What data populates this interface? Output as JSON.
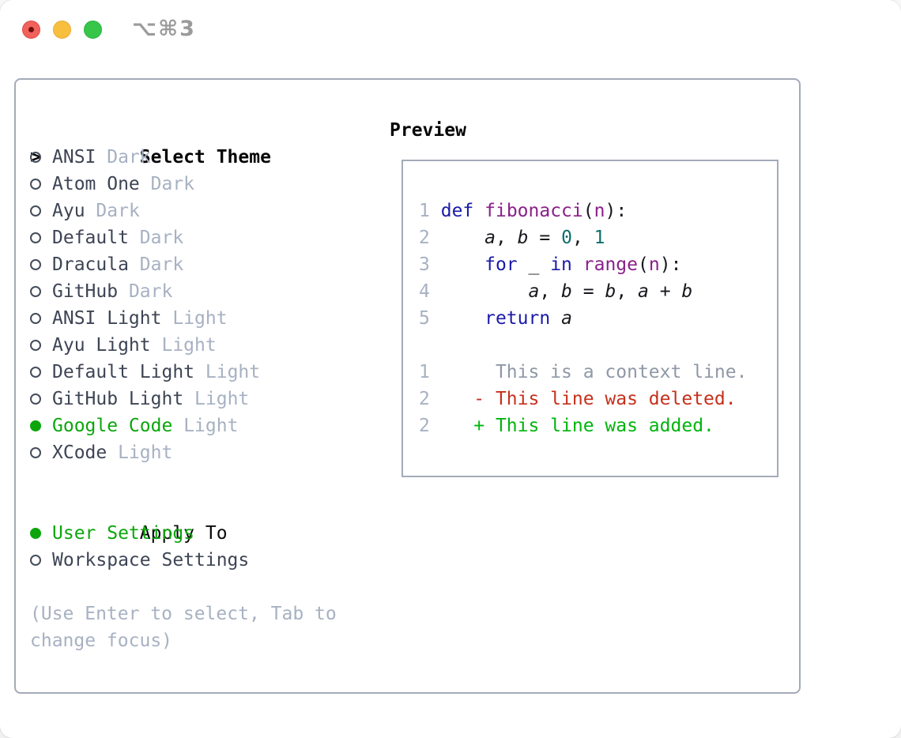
{
  "window": {
    "title": "⌥⌘3"
  },
  "titlebar": {
    "buttons": [
      "close",
      "minimize",
      "zoom"
    ]
  },
  "panel": {
    "select_theme": {
      "header_marker": ">",
      "header": "Select Theme",
      "items": [
        {
          "name": "ANSI",
          "variant": "Dark",
          "selected": false
        },
        {
          "name": "Atom One",
          "variant": "Dark",
          "selected": false
        },
        {
          "name": "Ayu",
          "variant": "Dark",
          "selected": false
        },
        {
          "name": "Default",
          "variant": "Dark",
          "selected": false
        },
        {
          "name": "Dracula",
          "variant": "Dark",
          "selected": false
        },
        {
          "name": "GitHub",
          "variant": "Dark",
          "selected": false
        },
        {
          "name": "ANSI Light",
          "variant": "Light",
          "selected": false
        },
        {
          "name": "Ayu Light",
          "variant": "Light",
          "selected": false
        },
        {
          "name": "Default Light",
          "variant": "Light",
          "selected": false
        },
        {
          "name": "GitHub Light",
          "variant": "Light",
          "selected": false
        },
        {
          "name": "Google Code",
          "variant": "Light",
          "selected": true
        },
        {
          "name": "XCode",
          "variant": "Light",
          "selected": false
        }
      ]
    },
    "apply_to": {
      "header": "Apply To",
      "items": [
        {
          "name": "User Settings",
          "selected": true
        },
        {
          "name": "Workspace Settings",
          "selected": false
        }
      ]
    },
    "help": [
      "(Use Enter to select, Tab to",
      "change focus)"
    ]
  },
  "preview": {
    "title": "Preview",
    "code_lines": [
      {
        "num": "1",
        "segments": [
          [
            " ",
            "pln"
          ],
          [
            "def",
            "kwd"
          ],
          [
            " ",
            "pln"
          ],
          [
            "fibonacci",
            "typ"
          ],
          [
            "(",
            "pln"
          ],
          [
            "n",
            "typ"
          ],
          [
            "):",
            "pln"
          ]
        ]
      },
      {
        "num": "2",
        "segments": [
          [
            "     ",
            "pln"
          ],
          [
            "a",
            "var"
          ],
          [
            ", ",
            "pln"
          ],
          [
            "b",
            "var"
          ],
          [
            " = ",
            "pln"
          ],
          [
            "0",
            "lit"
          ],
          [
            ", ",
            "pln"
          ],
          [
            "1",
            "lit"
          ]
        ]
      },
      {
        "num": "3",
        "segments": [
          [
            "     ",
            "pln"
          ],
          [
            "for",
            "kwd"
          ],
          [
            " _ ",
            "pln"
          ],
          [
            "in",
            "kwd"
          ],
          [
            " ",
            "pln"
          ],
          [
            "range",
            "typ"
          ],
          [
            "(",
            "pln"
          ],
          [
            "n",
            "typ"
          ],
          [
            "):",
            "pln"
          ]
        ]
      },
      {
        "num": "4",
        "segments": [
          [
            "         ",
            "pln"
          ],
          [
            "a",
            "var"
          ],
          [
            ", ",
            "pln"
          ],
          [
            "b",
            "var"
          ],
          [
            " = ",
            "pln"
          ],
          [
            "b",
            "var"
          ],
          [
            ", ",
            "pln"
          ],
          [
            "a",
            "var"
          ],
          [
            " + ",
            "pln"
          ],
          [
            "b",
            "var"
          ]
        ]
      },
      {
        "num": "5",
        "segments": [
          [
            "     ",
            "pln"
          ],
          [
            "return",
            "kwd"
          ],
          [
            " ",
            "pln"
          ],
          [
            "a",
            "var"
          ]
        ]
      }
    ],
    "diff_lines": [
      {
        "num": "1",
        "text": "      This is a context line.",
        "kind": "context"
      },
      {
        "num": "2",
        "text": "    - This line was deleted.",
        "kind": "deleted"
      },
      {
        "num": "2",
        "text": "    + This line was added.",
        "kind": "added"
      }
    ]
  },
  "colors": {
    "green": "#0ca60c",
    "muted": "#a7b1c2",
    "text": "#3d4454",
    "border": "#a3abb8",
    "kwd": "#1a1aaa",
    "typ": "#8a2089",
    "lit": "#0e6e6e",
    "code-plain": "#17181d",
    "context": "#8f98a6",
    "red": "#c5301c",
    "addgreen": "#00b40c",
    "tl-red": "#f2625d",
    "tl-yellow": "#f8bf3f",
    "tl-green": "#37c649"
  }
}
